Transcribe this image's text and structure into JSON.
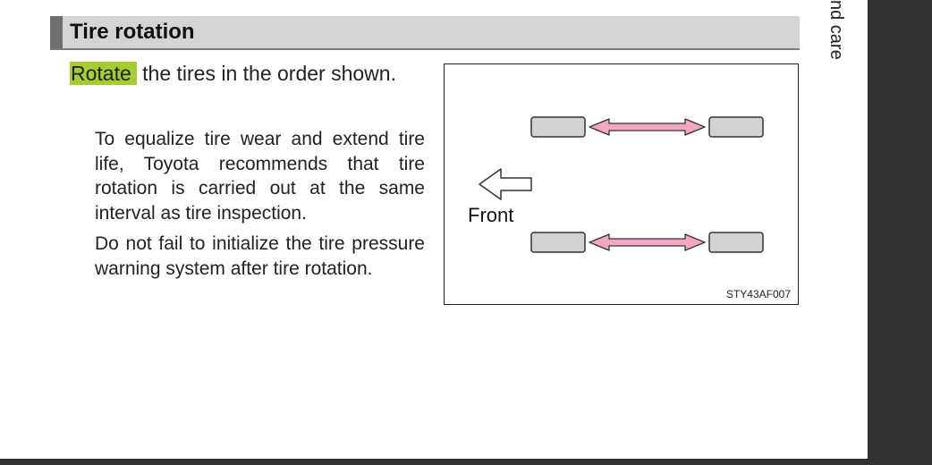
{
  "section": {
    "title": "Tire rotation",
    "side_tab": "nd care"
  },
  "content": {
    "lead_highlight": "Rotate",
    "lead_rest": " the tires in the order shown.",
    "para1": "To equalize tire wear and extend tire life, Toyota recommends that tire rotation is carried out at the same interval as tire inspection.",
    "para2": "Do not fail to initialize the tire pressure warning system after tire rotation."
  },
  "figure": {
    "front_label": "Front",
    "code": "STY43AF007",
    "colors": {
      "tire_fill": "#d3d3d3",
      "arrow_fill": "#f4a6c7",
      "outline": "#333333"
    }
  },
  "colors": {
    "highlight": "#a6cc35",
    "heading_bg": "#d4d4d4",
    "heading_bar": "#6e6e6e",
    "viewer_bg": "#323232"
  }
}
